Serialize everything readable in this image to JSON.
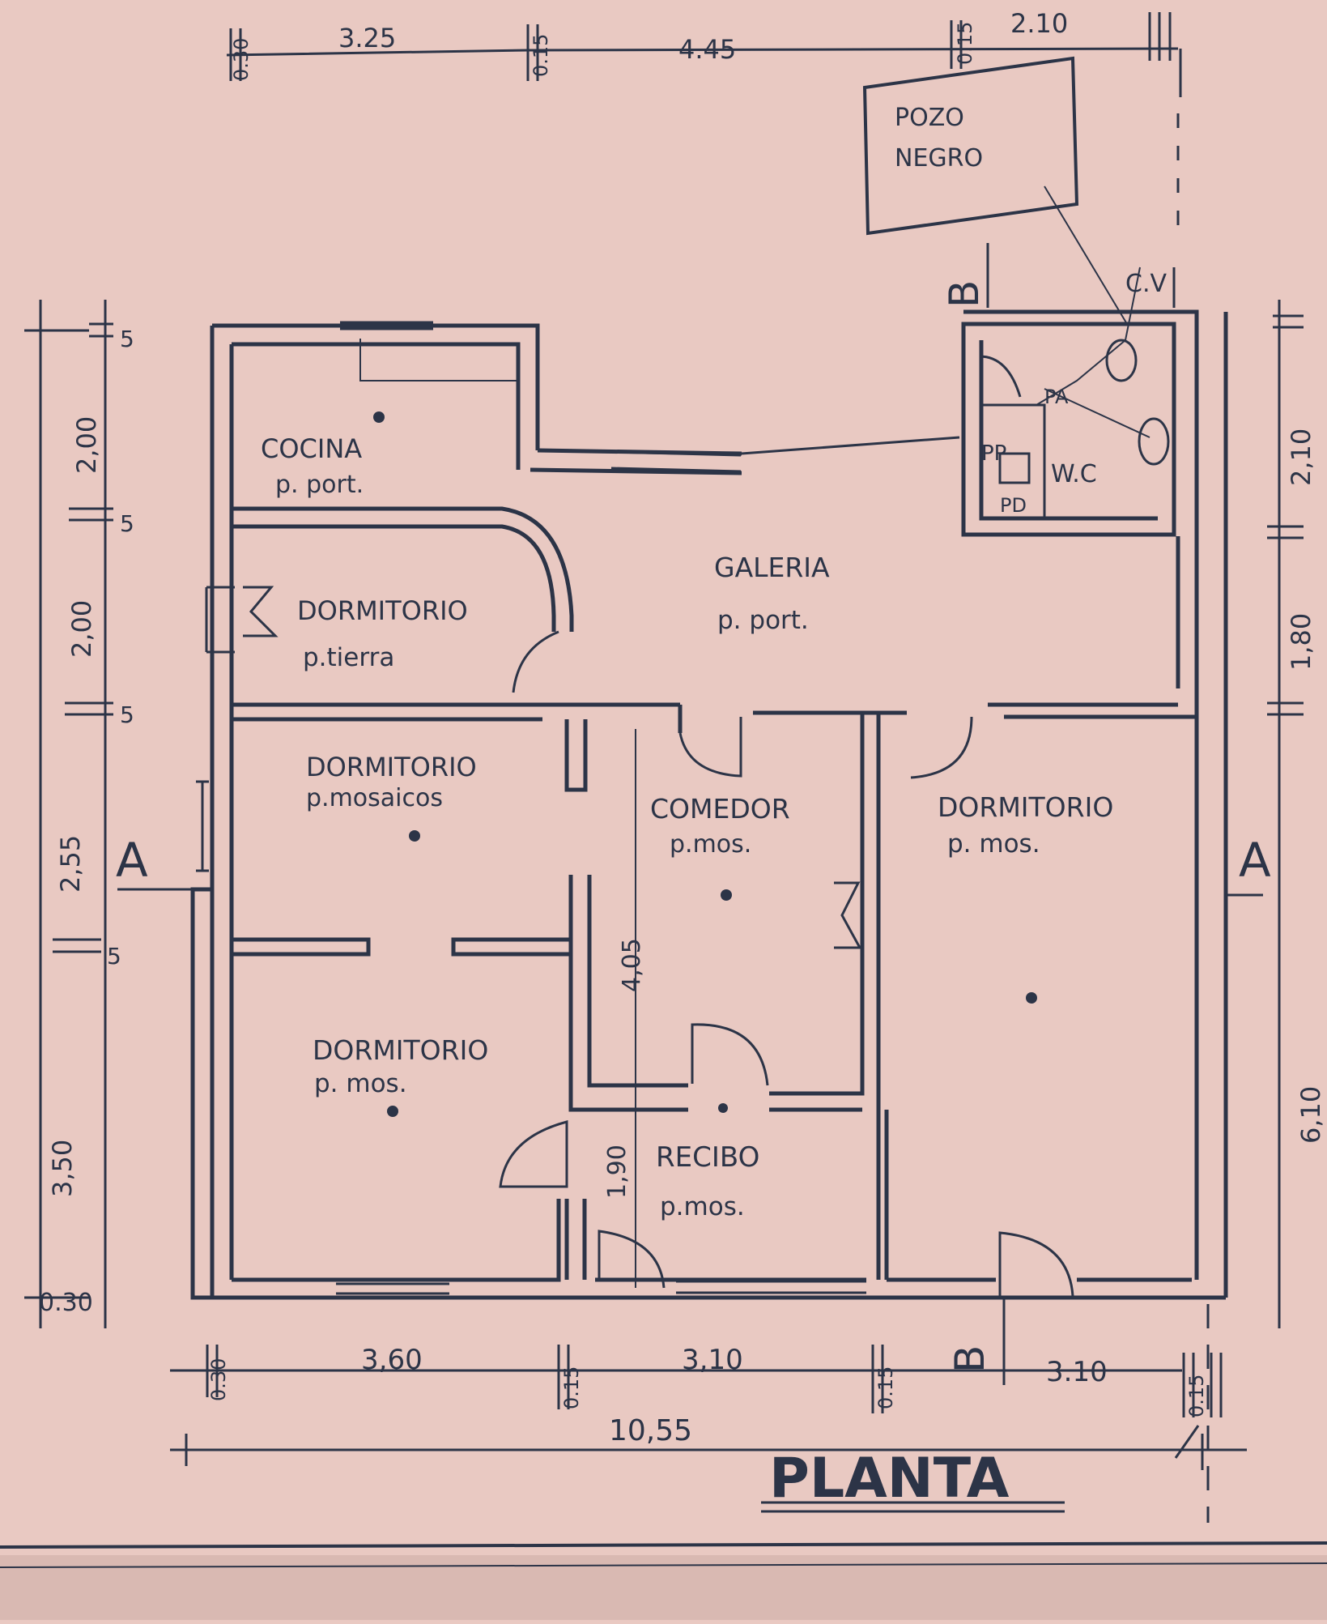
{
  "title": "PLANTA",
  "colors": {
    "paper": "#e9c9c2",
    "ink": "#2c3447"
  },
  "rooms": {
    "cocina": {
      "name": "COCINA",
      "floor": "p. port."
    },
    "dorm_tierra": {
      "name": "DORMITORIO",
      "floor": "p.tierra"
    },
    "galeria": {
      "name": "GALERIA",
      "floor": "p. port."
    },
    "dorm_mosaicos": {
      "name": "DORMITORIO",
      "floor": "p.mosaicos"
    },
    "comedor": {
      "name": "COMEDOR",
      "floor": "p.mos."
    },
    "dorm_right": {
      "name": "DORMITORIO",
      "floor": "p. mos."
    },
    "dorm_bottom": {
      "name": "DORMITORIO",
      "floor": "p. mos."
    },
    "recibo": {
      "name": "RECIBO",
      "floor": "p.mos."
    },
    "wc": {
      "name": "W.C"
    }
  },
  "pozo": {
    "line1": "POZO",
    "line2": "NEGRO"
  },
  "fixtures": {
    "cv": "C.V",
    "pp": "PP",
    "pa": "PA",
    "pd": "PD"
  },
  "sections": {
    "a": "A",
    "b": "B"
  },
  "dimensions": {
    "top": [
      "3.25",
      "4.45",
      "2.10"
    ],
    "bottom": [
      "3,60",
      "3,10",
      "3.10"
    ],
    "total": "10,55",
    "left": [
      "2,00",
      "2,00",
      "2,55",
      "3,50"
    ],
    "left_small": [
      "5",
      "5",
      "5",
      "5",
      "0.30"
    ],
    "right": [
      "2,10",
      "1,80",
      "6,10"
    ],
    "inner": [
      "4,05",
      "1,90"
    ],
    "wall_marks": [
      "0.30",
      "0.15",
      "0.15",
      "0.30",
      "0.15",
      "0.15",
      "0.15"
    ]
  }
}
